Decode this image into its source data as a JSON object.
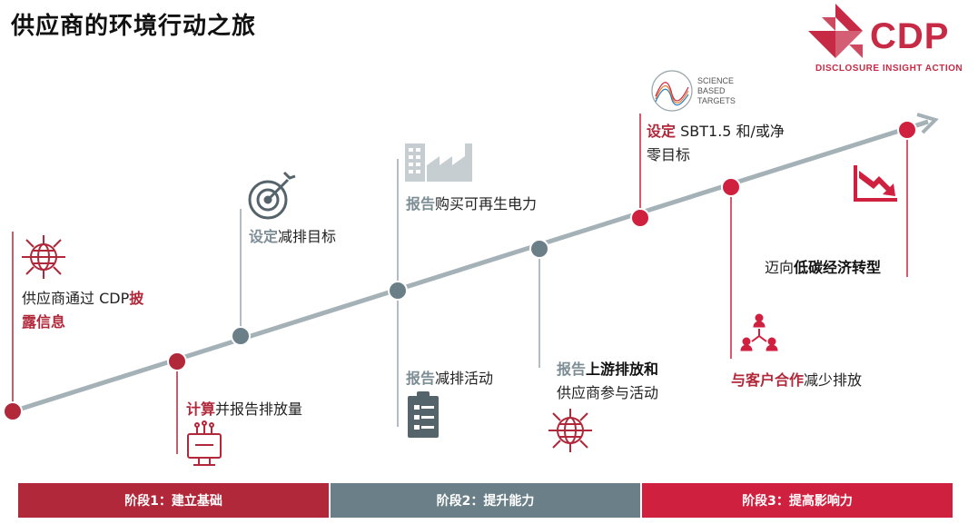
{
  "title": "供应商的环境行动之旅",
  "logo": {
    "name": "CDP",
    "tagline": "DISCLOSURE INSIGHT ACTION"
  },
  "sbti_logo": {
    "line1": "SCIENCE",
    "line2": "BASED",
    "line3": "TARGETS"
  },
  "colors": {
    "red": "#b1283a",
    "grey": "#6b7f88",
    "crimson": "#d0203f"
  },
  "steps": [
    {
      "pre": "供应商通过 CDP",
      "em": "披",
      "post": "",
      "line2_em": "露信息",
      "line2_post": "",
      "icon": "globe-icon"
    },
    {
      "pre": "",
      "em": "计算",
      "post": "并报告排放量",
      "icon": "computer-network-icon"
    },
    {
      "pre": "",
      "em": "设定",
      "post": "减排目标",
      "icon": "target-icon"
    },
    {
      "pre": "",
      "em": "报告",
      "post": "减排活动",
      "icon": "clipboard-checklist-icon"
    },
    {
      "pre": "",
      "em": "报告",
      "post": "购买可再生电力",
      "icon": "factory-icon"
    },
    {
      "pre": "",
      "em": "报告",
      "post": "上游排放和",
      "line2_em": "",
      "line2_post": "供应商参与活动",
      "icon": "globe-icon"
    },
    {
      "pre": "",
      "em": "设定",
      "post": " SBT1.5 和/或净",
      "line2_em": "",
      "line2_post": "零目标",
      "icon": "science-based-targets-icon"
    },
    {
      "pre": "",
      "em": "与客户合作",
      "post": "减少排放",
      "icon": "people-network-icon"
    },
    {
      "pre": "迈向",
      "em": "低碳经济转型",
      "post": "",
      "icon": "declining-chart-icon"
    }
  ],
  "phases": [
    {
      "label": "阶段1：建立基础",
      "color": "#b1283a"
    },
    {
      "label": "阶段2：提升能力",
      "color": "#6b7f88"
    },
    {
      "label": "阶段3：提高影响力",
      "color": "#d0203f"
    }
  ]
}
